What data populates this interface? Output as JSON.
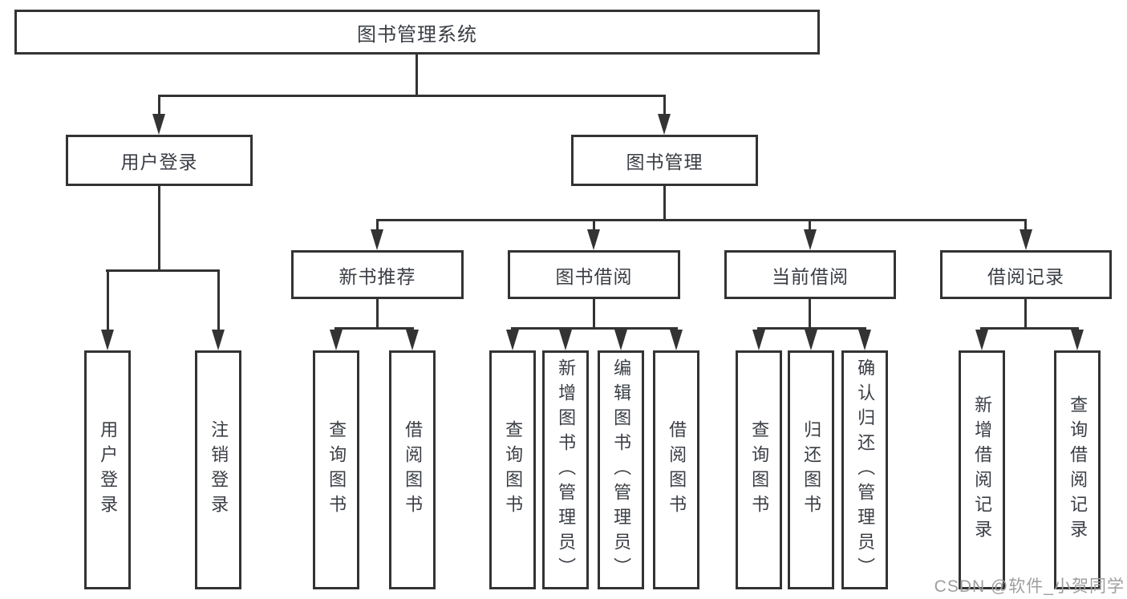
{
  "diagram": {
    "root": {
      "label": "图书管理系统"
    },
    "branches": [
      {
        "label": "用户登录",
        "children": [
          {
            "label": "用户登录"
          },
          {
            "label": "注销登录"
          }
        ]
      },
      {
        "label": "图书管理",
        "children": [
          {
            "label": "新书推荐",
            "children": [
              {
                "label": "查询图书"
              },
              {
                "label": "借阅图书"
              }
            ]
          },
          {
            "label": "图书借阅",
            "children": [
              {
                "label": "查询图书"
              },
              {
                "label": "新增图书（管理员）"
              },
              {
                "label": "编辑图书（管理员）"
              },
              {
                "label": "借阅图书"
              }
            ]
          },
          {
            "label": "当前借阅",
            "children": [
              {
                "label": "查询图书"
              },
              {
                "label": "归还图书"
              },
              {
                "label": "确认归还（管理员）"
              }
            ]
          },
          {
            "label": "借阅记录",
            "children": [
              {
                "label": "新增借阅记录"
              },
              {
                "label": "查询借阅记录"
              }
            ]
          }
        ]
      }
    ]
  },
  "watermark": {
    "text": "CSDN @软件_小贺同学"
  },
  "colors": {
    "line": "#333333",
    "text": "#3a3e44",
    "background": "#ffffff",
    "watermark": "#9e9e9e"
  }
}
